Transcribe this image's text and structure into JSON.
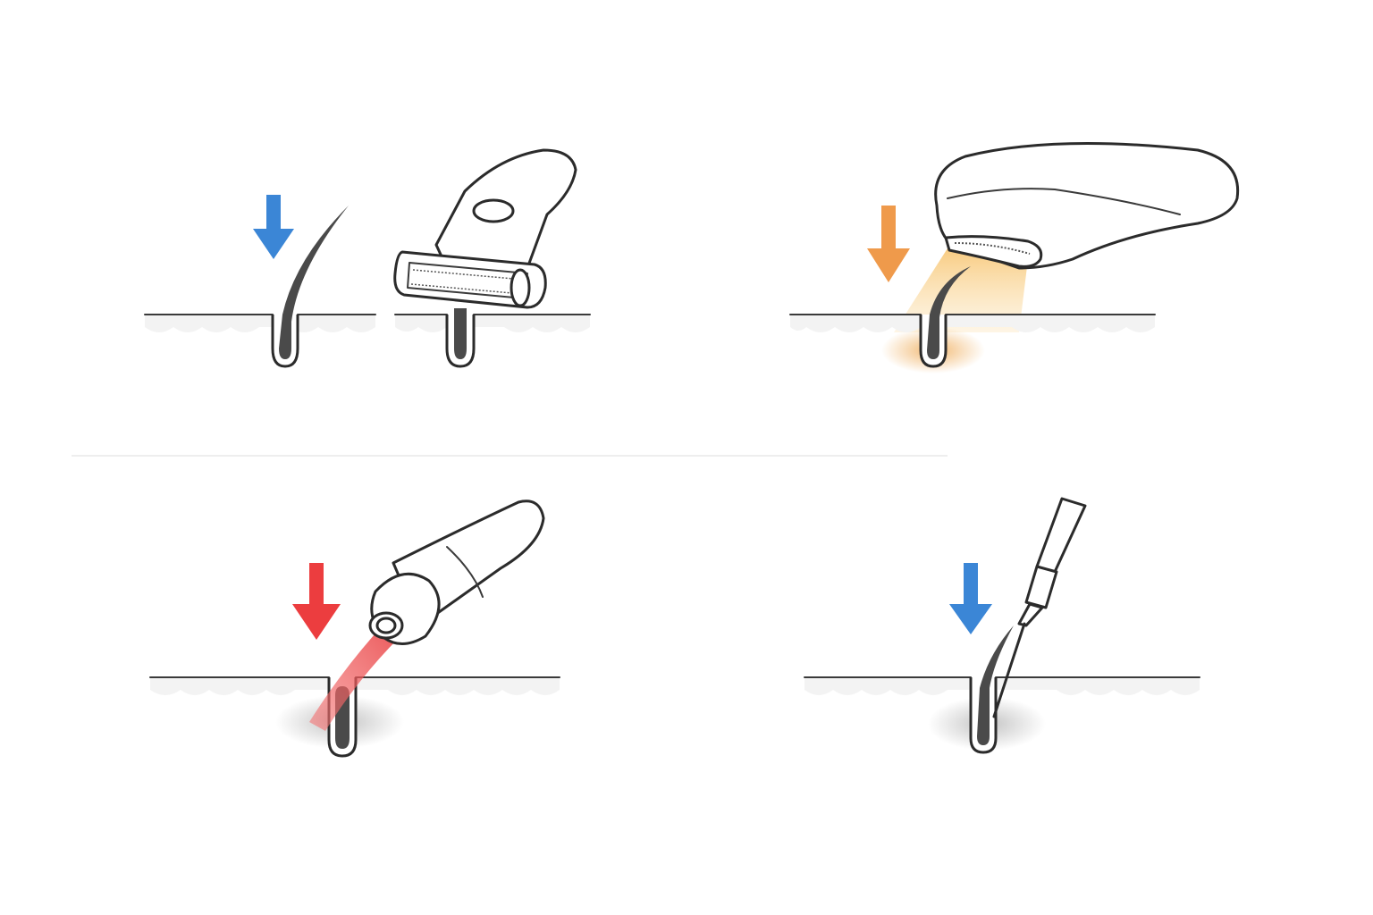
{
  "figure": {
    "panels": [
      {
        "id": "shaving",
        "device": "razor",
        "arrow_color": "#3b86d6"
      },
      {
        "id": "ipl",
        "device": "light-handset",
        "arrow_color": "#ef9a4b",
        "effect_color": "#f6c46d"
      },
      {
        "id": "laser",
        "device": "laser-pen",
        "arrow_color": "#ec3d3f",
        "effect_color": "#ef3b3b"
      },
      {
        "id": "electrolysis",
        "device": "needle-probe",
        "arrow_color": "#3b86d6"
      }
    ]
  }
}
